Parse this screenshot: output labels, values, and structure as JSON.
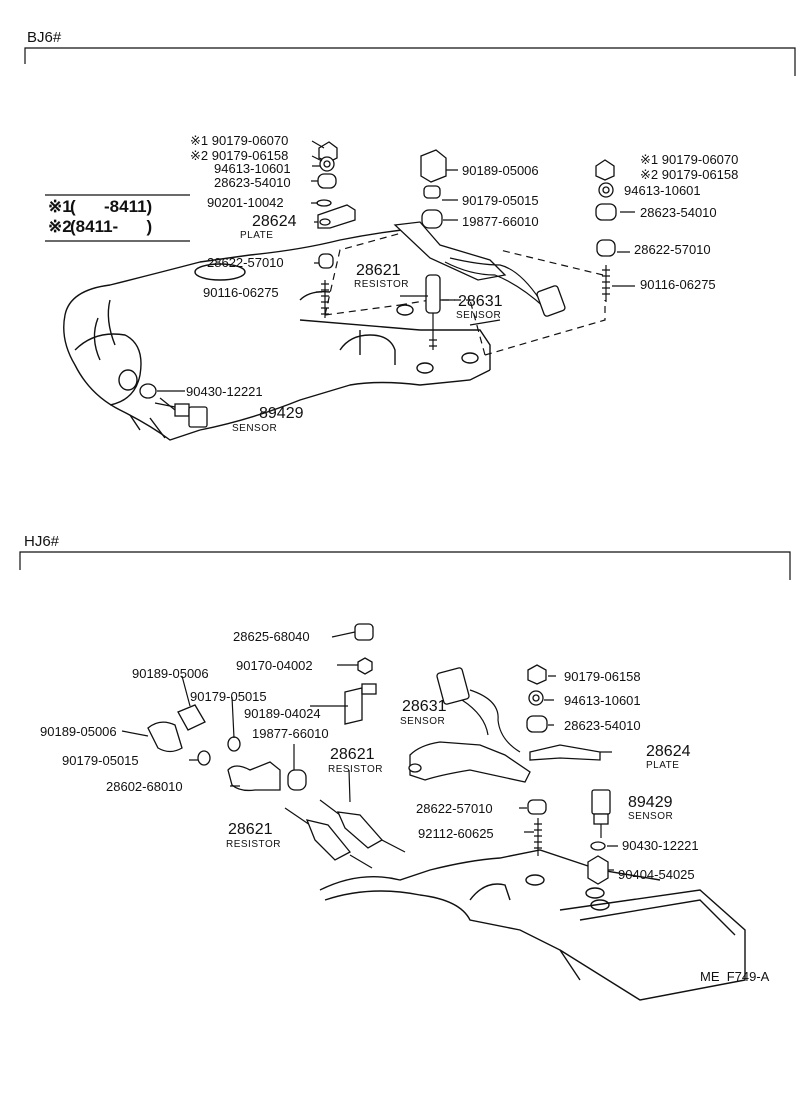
{
  "sections": {
    "bj6": {
      "header": "BJ6#",
      "notes": {
        "n1_mark": "※1",
        "n1_text": "(      -8411)",
        "n2_mark": "※2",
        "n2_text": "(8411-      )"
      },
      "labels": {
        "p1": "※1 90179-06070",
        "p2": "※2 90179-06158",
        "p3": "94613-10601",
        "p4": "28623-54010",
        "p5": "90201-10042",
        "p6": "28624",
        "p6s": "PLATE",
        "p7": "28622-57010",
        "p8": "90116-06275",
        "p9": "90189-05006",
        "p10": "90179-05015",
        "p11": "19877-66010",
        "p12": "28621",
        "p12s": "RESISTOR",
        "p13": "28631",
        "p13s": "SENSOR",
        "p14": "※1 90179-06070",
        "p15": "※2 90179-06158",
        "p16": "94613-10601",
        "p17": "28623-54010",
        "p18": "28622-57010",
        "p19": "90116-06275",
        "p20": "90430-12221",
        "p21": "89429",
        "p21s": "SENSOR"
      }
    },
    "hj6": {
      "header": "HJ6#",
      "labels": {
        "q1": "28625-68040",
        "q2": "90170-04002",
        "q3": "90189-05006",
        "q4": "90179-05015",
        "q5": "90189-04024",
        "q6": "90189-05006",
        "q7": "19877-66010",
        "q8": "90179-05015",
        "q9": "28621",
        "q9s": "RESISTOR",
        "q10": "28602-68010",
        "q11": "28621",
        "q11s": "RESISTOR",
        "q12": "28631",
        "q12s": "SENSOR",
        "q13": "90179-06158",
        "q14": "94613-10601",
        "q15": "28623-54010",
        "q16": "28624",
        "q16s": "PLATE",
        "q17": "28622-57010",
        "q18": "92112-60625",
        "q19": "89429",
        "q19s": "SENSOR",
        "q20": "90430-12221",
        "q21": "90404-54025"
      }
    }
  },
  "footer": {
    "code": "ME  F749-A"
  }
}
